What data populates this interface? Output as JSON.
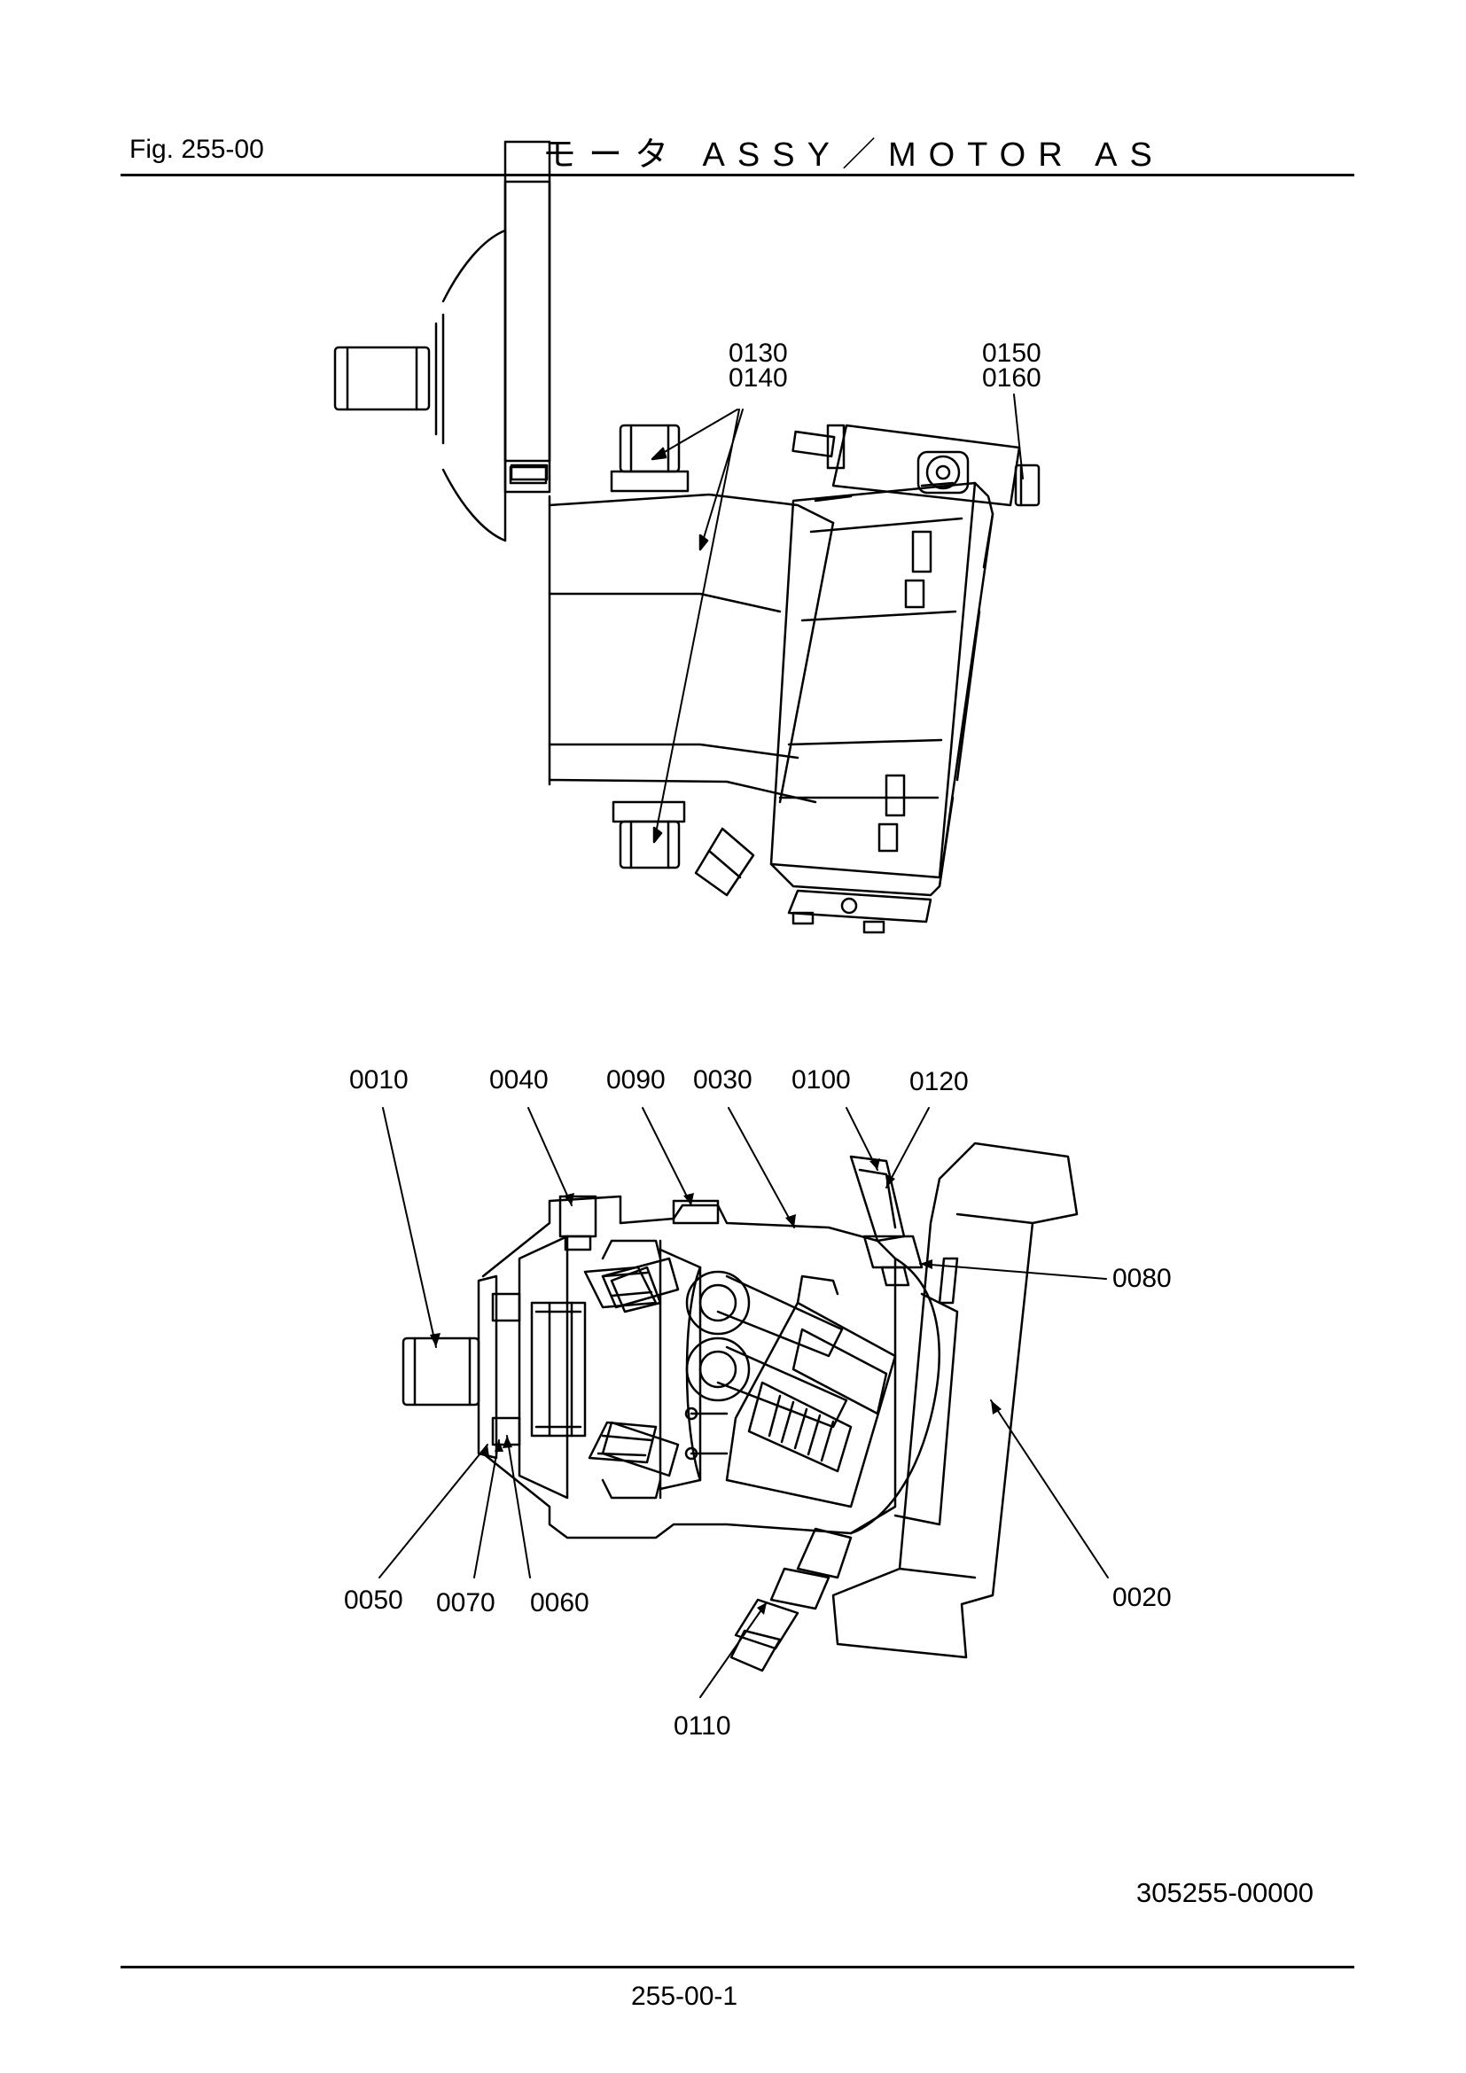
{
  "header": {
    "fig": "Fig.  255-00",
    "title": "モータ ASSY／MOTOR AS"
  },
  "drawing_number": "305255-00000",
  "page_number": "255-00-1",
  "callouts": {
    "top": [
      "0130",
      "0140",
      "0150",
      "0160"
    ],
    "bottom": [
      "0010",
      "0040",
      "0090",
      "0030",
      "0100",
      "0120",
      "0080",
      "0050",
      "0070",
      "0060",
      "0020",
      "0110"
    ]
  },
  "colors": {
    "ink": "#000000",
    "paper": "#ffffff"
  }
}
